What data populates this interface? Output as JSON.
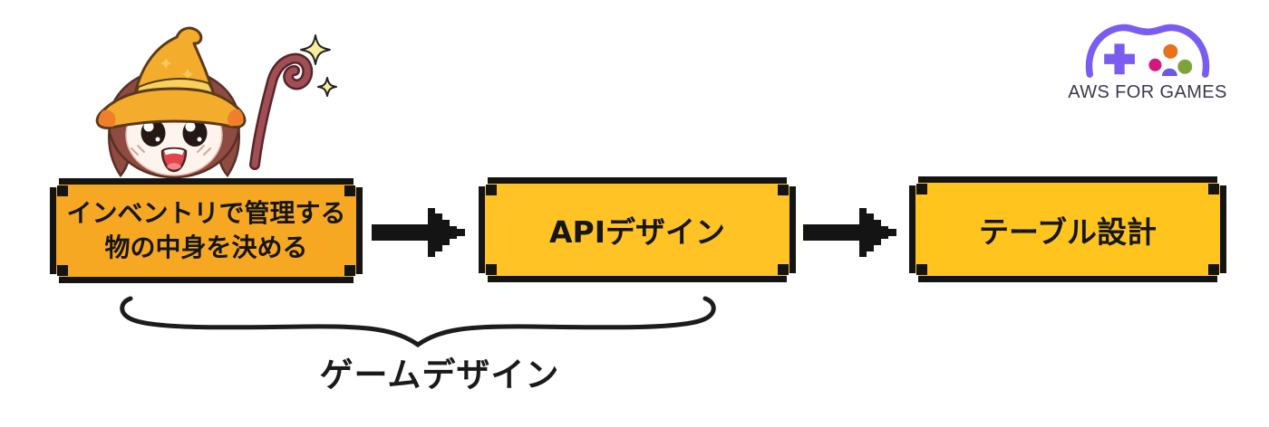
{
  "logo": {
    "text": "AWS FOR GAMES",
    "text_color": "#3A3A4E",
    "controller_color": "#7A5CF0",
    "button_colors": {
      "top": "#E8721C",
      "left": "#D6187E",
      "right": "#7FA33B",
      "bottom": "#6B5AE8"
    }
  },
  "mascot": {
    "name": "witch-girl-with-magic-staff",
    "hat_color": "#F3AC2C",
    "hat_band_color": "#F8D05A",
    "hat_underbrim_color": "#EF7F2C",
    "hair_color": "#8E4B41",
    "staff_color": "#A04F55",
    "sparkle_color": "#F9EE9E"
  },
  "flow": {
    "steps": [
      {
        "id": 1,
        "label": "インベントリで管理する物の中身を決める",
        "label_lines": [
          "インベントリで管理する",
          "物の中身を決める"
        ],
        "fill": "#F7A823"
      },
      {
        "id": 2,
        "label": "APIデザイン",
        "fill": "#FFC325"
      },
      {
        "id": 3,
        "label": "テーブル設計",
        "fill": "#FFC41D"
      }
    ],
    "border_color": "#141414",
    "arrow_color": "#141414"
  },
  "brace": {
    "label": "ゲームデザイン",
    "color": "#1C1C1C",
    "spans_steps": [
      1,
      2
    ]
  }
}
